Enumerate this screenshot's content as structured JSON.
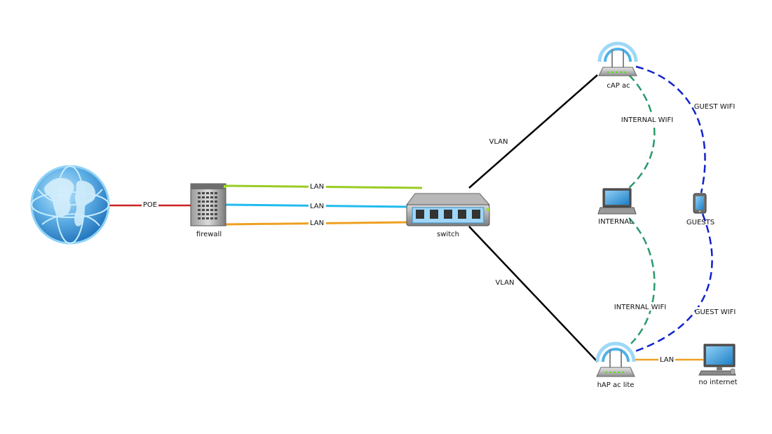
{
  "devices": {
    "internet": {
      "label": ""
    },
    "firewall": {
      "label": "firewall"
    },
    "switch": {
      "label": "switch"
    },
    "cap": {
      "label": "cAP ac"
    },
    "hap": {
      "label": "hAP ac lite"
    },
    "laptop": {
      "label": "INTERNAL"
    },
    "phone": {
      "label": "GUESTS"
    },
    "desktop": {
      "label": "no internet"
    }
  },
  "links": {
    "poe": {
      "label": "POE",
      "color": "#cc2222"
    },
    "lan_green": {
      "label": "LAN",
      "color": "#99cc22"
    },
    "lan_blue": {
      "label": "LAN",
      "color": "#22bbee"
    },
    "lan_orange": {
      "label": "LAN",
      "color": "#eea022"
    },
    "vlan_top": {
      "label": "VLAN",
      "color": "#000000"
    },
    "vlan_bottom": {
      "label": "VLAN",
      "color": "#000000"
    },
    "internal_wifi_top": {
      "label": "INTERNAL WIFI",
      "color": "#2a9a6a"
    },
    "internal_wifi_bottom": {
      "label": "INTERNAL WIFI",
      "color": "#2a9a6a"
    },
    "guest_wifi_top": {
      "label": "GUEST WIFI",
      "color": "#1022cc"
    },
    "guest_wifi_bottom": {
      "label": "GUEST WIFI",
      "color": "#1022cc"
    },
    "lan_desktop": {
      "label": "LAN",
      "color": "#eea022"
    }
  }
}
